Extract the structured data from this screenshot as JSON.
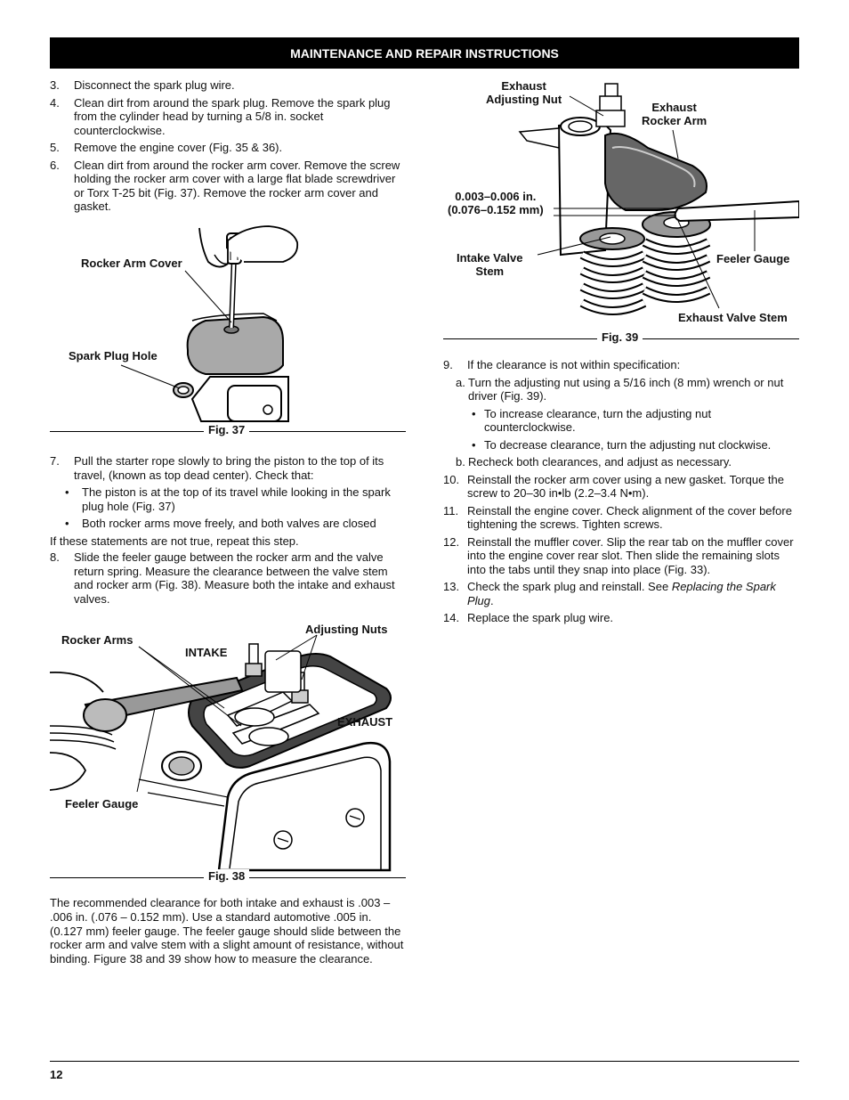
{
  "header": {
    "title": "MAINTENANCE AND REPAIR INSTRUCTIONS"
  },
  "left_steps_a": [
    {
      "num": "3.",
      "text": "Disconnect the spark plug wire."
    },
    {
      "num": "4.",
      "text": "Clean dirt from around the spark plug. Remove the spark plug from the cylinder head by turning a 5/8 in. socket counterclockwise."
    },
    {
      "num": "5.",
      "text": "Remove the engine cover (Fig. 35 & 36)."
    },
    {
      "num": "6.",
      "text": "Clean dirt from around the rocker arm cover. Remove the screw holding the rocker arm cover with a large flat blade screwdriver or Torx T-25 bit (Fig. 37). Remove the rocker arm cover and gasket."
    }
  ],
  "fig37": {
    "caption": "Fig. 37",
    "callouts": {
      "rocker_arm_cover": "Rocker Arm Cover",
      "spark_plug_hole": "Spark Plug Hole"
    }
  },
  "step7": {
    "num": "7.",
    "text": "Pull the starter rope slowly to bring the piston to the top of its travel, (known as top dead center). Check that:",
    "bullets": [
      "The piston is at the top of its travel while looking in the spark plug hole (Fig. 37)",
      "Both rocker arms move freely, and both valves are closed"
    ],
    "note": "If these statements are not true, repeat this step."
  },
  "step8": {
    "num": "8.",
    "text": "Slide the feeler gauge between the rocker arm and the valve return spring. Measure the clearance between the valve stem and rocker arm (Fig. 38). Measure both the intake and exhaust valves."
  },
  "fig38": {
    "caption": "Fig. 38",
    "callouts": {
      "rocker_arms": "Rocker Arms",
      "intake": "INTAKE",
      "adjusting_nuts": "Adjusting Nuts",
      "exhaust": "EXHAUST",
      "feeler_gauge": "Feeler Gauge"
    }
  },
  "clearance_paragraph": "The recommended clearance for both intake and exhaust is .003 – .006 in. (.076 – 0.152 mm). Use a standard automotive .005 in. (0.127 mm) feeler gauge. The feeler gauge should slide between the rocker arm and valve stem with a slight amount of resistance, without binding. Figure 38 and 39 show how to measure the  clearance.",
  "fig39": {
    "caption": "Fig. 39",
    "callouts": {
      "exhaust_adjusting_nut_1": "Exhaust",
      "exhaust_adjusting_nut_2": "Adjusting Nut",
      "exhaust_rocker_arm_1": "Exhaust",
      "exhaust_rocker_arm_2": "Rocker Arm",
      "clearance_1": "0.003–0.006 in.",
      "clearance_2": "(0.076–0.152 mm)",
      "intake_valve_stem_1": "Intake Valve",
      "intake_valve_stem_2": "Stem",
      "feeler_gauge": "Feeler Gauge",
      "exhaust_valve_stem": "Exhaust Valve Stem"
    }
  },
  "step9": {
    "num": "9.",
    "text": "If the clearance is not within specification:",
    "a_letter": "a.",
    "a_text": "Turn the adjusting nut using a 5/16 inch (8 mm) wrench or nut driver (Fig. 39).",
    "a_bullets": [
      "To increase clearance, turn the adjusting nut counterclockwise.",
      "To decrease clearance, turn the adjusting nut clockwise."
    ],
    "b_letter": "b.",
    "b_text": "Recheck both clearances, and adjust as necessary."
  },
  "right_steps": [
    {
      "num": "10.",
      "text": "Reinstall the rocker arm cover using a new gasket. Torque the screw to 20–30 in•lb (2.2–3.4 N•m)."
    },
    {
      "num": "11.",
      "text": "Reinstall the engine cover. Check alignment of the cover before tightening the screws. Tighten screws."
    },
    {
      "num": "12.",
      "text": "Reinstall the muffler cover. Slip the rear tab on the muffler cover into the engine cover rear slot. Then slide the remaining slots into the tabs until they snap into place (Fig. 33)."
    }
  ],
  "step13": {
    "num": "13.",
    "pre": "Check the spark plug and reinstall. See ",
    "italic": "Replacing the Spark Plug",
    "post": "."
  },
  "step14": {
    "num": "14.",
    "text": "Replace the spark plug wire."
  },
  "footer": {
    "page_number": "12"
  }
}
